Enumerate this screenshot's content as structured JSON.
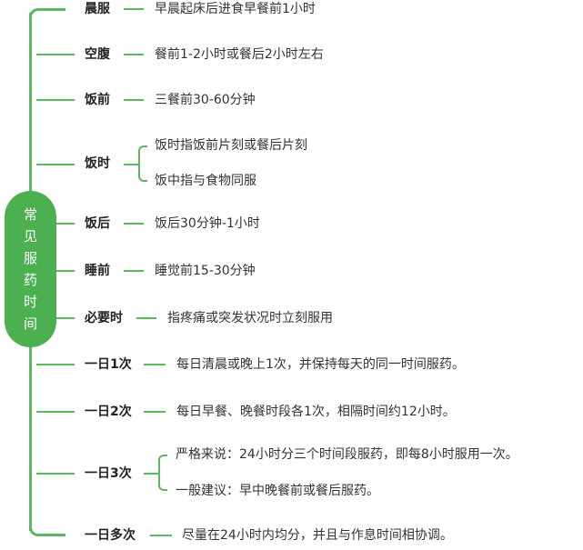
{
  "root": {
    "title_chars": [
      "常",
      "见",
      "服",
      "药",
      "时",
      "间"
    ],
    "title": "常见服药时间",
    "color": "#4caf50"
  },
  "line_color": "#5cb85c",
  "branches": [
    {
      "label": "晨服",
      "items": [
        "早晨起床后进食早餐前1小时"
      ]
    },
    {
      "label": "空腹",
      "items": [
        "餐前1-2小时或餐后2小时左右"
      ]
    },
    {
      "label": "饭前",
      "items": [
        "三餐前30-60分钟"
      ]
    },
    {
      "label": "饭时",
      "items": [
        "饭时指饭前片刻或餐后片刻",
        "饭中指与食物同服"
      ]
    },
    {
      "label": "饭后",
      "items": [
        "饭后30分钟-1小时"
      ]
    },
    {
      "label": "睡前",
      "items": [
        "睡觉前15-30分钟"
      ]
    },
    {
      "label": "必要时",
      "items": [
        "指疼痛或突发状况时立刻服用"
      ]
    },
    {
      "label": "一日1次",
      "items": [
        "每日清晨或晚上1次，并保持每天的同一时间服药。"
      ]
    },
    {
      "label": "一日2次",
      "items": [
        "每日早餐、晚餐时段各1次，相隔时间约12小时。"
      ]
    },
    {
      "label": "一日3次",
      "items": [
        "严格来说：24小时分三个时间段服药，即每8小时服用一次。",
        "一般建议：早中晚餐前或餐后服药。"
      ]
    },
    {
      "label": "一日多次",
      "items": [
        "尽量在24小时内均分，并且与作息时间相协调。"
      ]
    }
  ]
}
